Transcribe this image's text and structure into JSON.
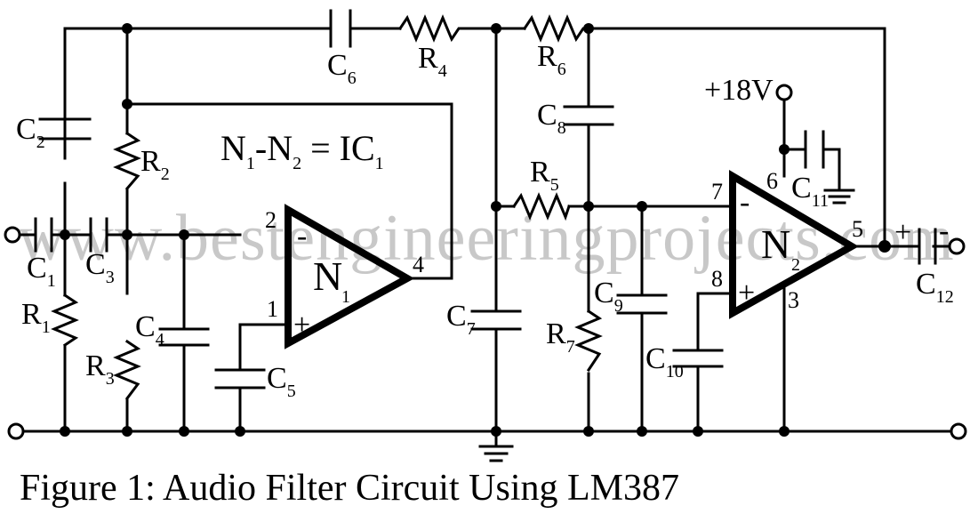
{
  "figure": {
    "caption": "Figure 1: Audio Filter Circuit Using LM387",
    "watermark": "www.bestengineeringprojects.com"
  },
  "ic_note": {
    "n1": "N",
    "n1_sub": "1",
    "mid": "-N",
    "n2_sub": "2",
    "eq": " = IC",
    "ic_sub": "1"
  },
  "supply": {
    "label": "+18V"
  },
  "opamps": {
    "n1": {
      "name": "N",
      "sub": "1",
      "pin_inv": "2",
      "pin_noninv": "1",
      "pin_out": "4",
      "minus": "-",
      "plus": "+"
    },
    "n2": {
      "name": "N",
      "sub": "2",
      "pin_inv": "7",
      "pin_noninv": "8",
      "pin_out": "5",
      "pin_vcc": "6",
      "pin_gnd": "3",
      "minus": "-",
      "plus": "+"
    }
  },
  "output_cap_polarity": {
    "plus": "+",
    "minus": "-"
  },
  "components": {
    "C1": {
      "name": "C",
      "sub": "1"
    },
    "C2": {
      "name": "C",
      "sub": "2"
    },
    "C3": {
      "name": "C",
      "sub": "3"
    },
    "C4": {
      "name": "C",
      "sub": "4"
    },
    "C5": {
      "name": "C",
      "sub": "5"
    },
    "C6": {
      "name": "C",
      "sub": "6"
    },
    "C7": {
      "name": "C",
      "sub": "7"
    },
    "C8": {
      "name": "C",
      "sub": "8"
    },
    "C9": {
      "name": "C",
      "sub": "9"
    },
    "C10": {
      "name": "C",
      "sub": "10"
    },
    "C11": {
      "name": "C",
      "sub": "11"
    },
    "C12": {
      "name": "C",
      "sub": "12"
    },
    "R1": {
      "name": "R",
      "sub": "1"
    },
    "R2": {
      "name": "R",
      "sub": "2"
    },
    "R3": {
      "name": "R",
      "sub": "3"
    },
    "R4": {
      "name": "R",
      "sub": "4"
    },
    "R5": {
      "name": "R",
      "sub": "5"
    },
    "R6": {
      "name": "R",
      "sub": "6"
    },
    "R7": {
      "name": "R",
      "sub": "7"
    }
  }
}
